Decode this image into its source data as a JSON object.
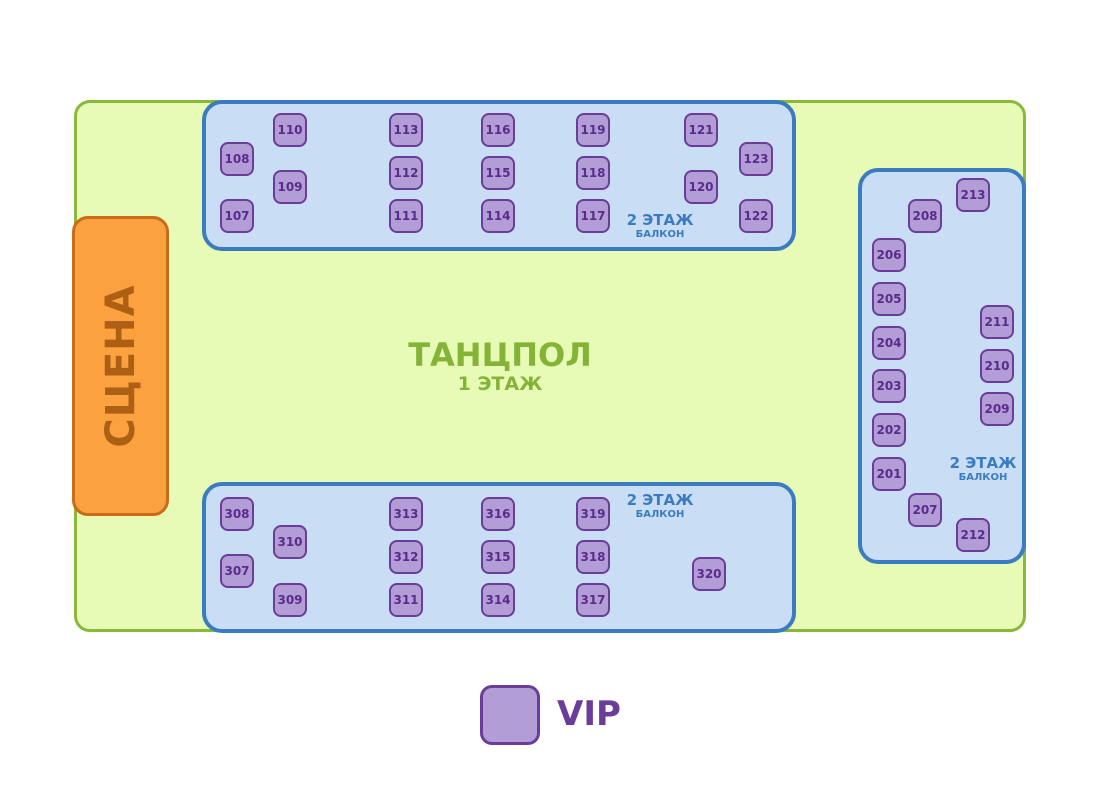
{
  "stage": {
    "label": "СЦЕНА"
  },
  "dance_floor": {
    "name": "ТАНЦПОЛ",
    "level": "1 ЭТАЖ"
  },
  "balcony": {
    "level": "2 ЭТАЖ",
    "name": "БАЛКОН"
  },
  "legend": {
    "label": "VIP"
  },
  "colors": {
    "floor": "#e8fbb6",
    "balcony": "#c9def5",
    "stage": "#fba13f",
    "vip": "#b39dd6"
  },
  "vip_tables": [
    "107",
    "108",
    "109",
    "110",
    "111",
    "112",
    "113",
    "114",
    "115",
    "116",
    "117",
    "118",
    "119",
    "120",
    "121",
    "122",
    "123",
    "201",
    "202",
    "203",
    "204",
    "205",
    "206",
    "207",
    "208",
    "209",
    "210",
    "211",
    "212",
    "213",
    "307",
    "308",
    "309",
    "310",
    "311",
    "312",
    "313",
    "314",
    "315",
    "316",
    "317",
    "318",
    "319",
    "320"
  ]
}
